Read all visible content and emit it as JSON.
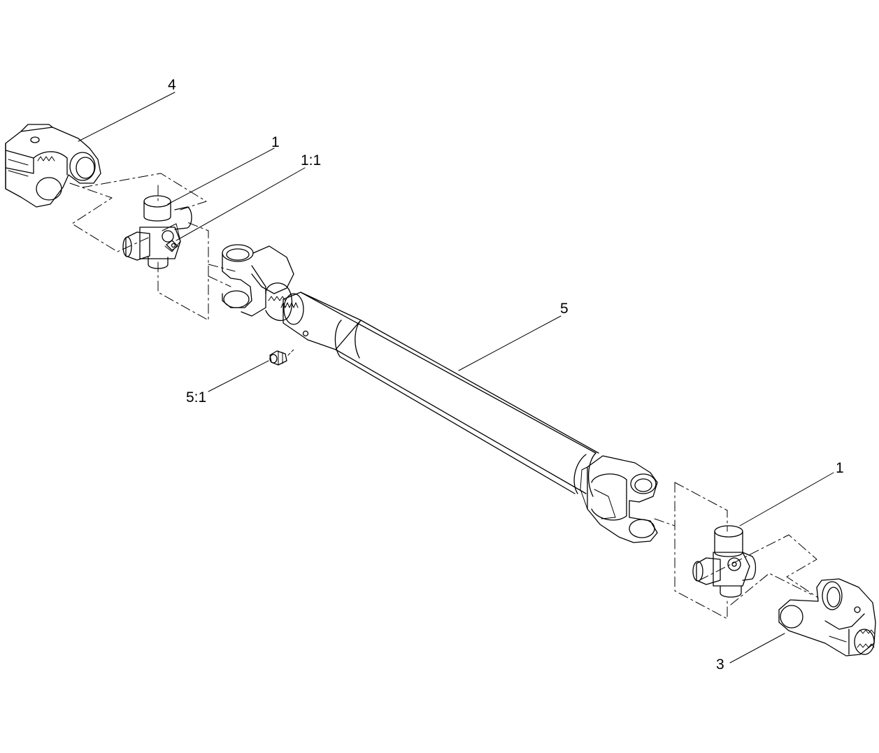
{
  "callouts": {
    "part_4": "4",
    "part_1_upper": "1",
    "part_1_1": "1:1",
    "part_5": "5",
    "part_5_1": "5:1",
    "part_1_lower": "1",
    "part_3": "3"
  },
  "colors": {
    "line": "#000000",
    "background": "#ffffff"
  }
}
